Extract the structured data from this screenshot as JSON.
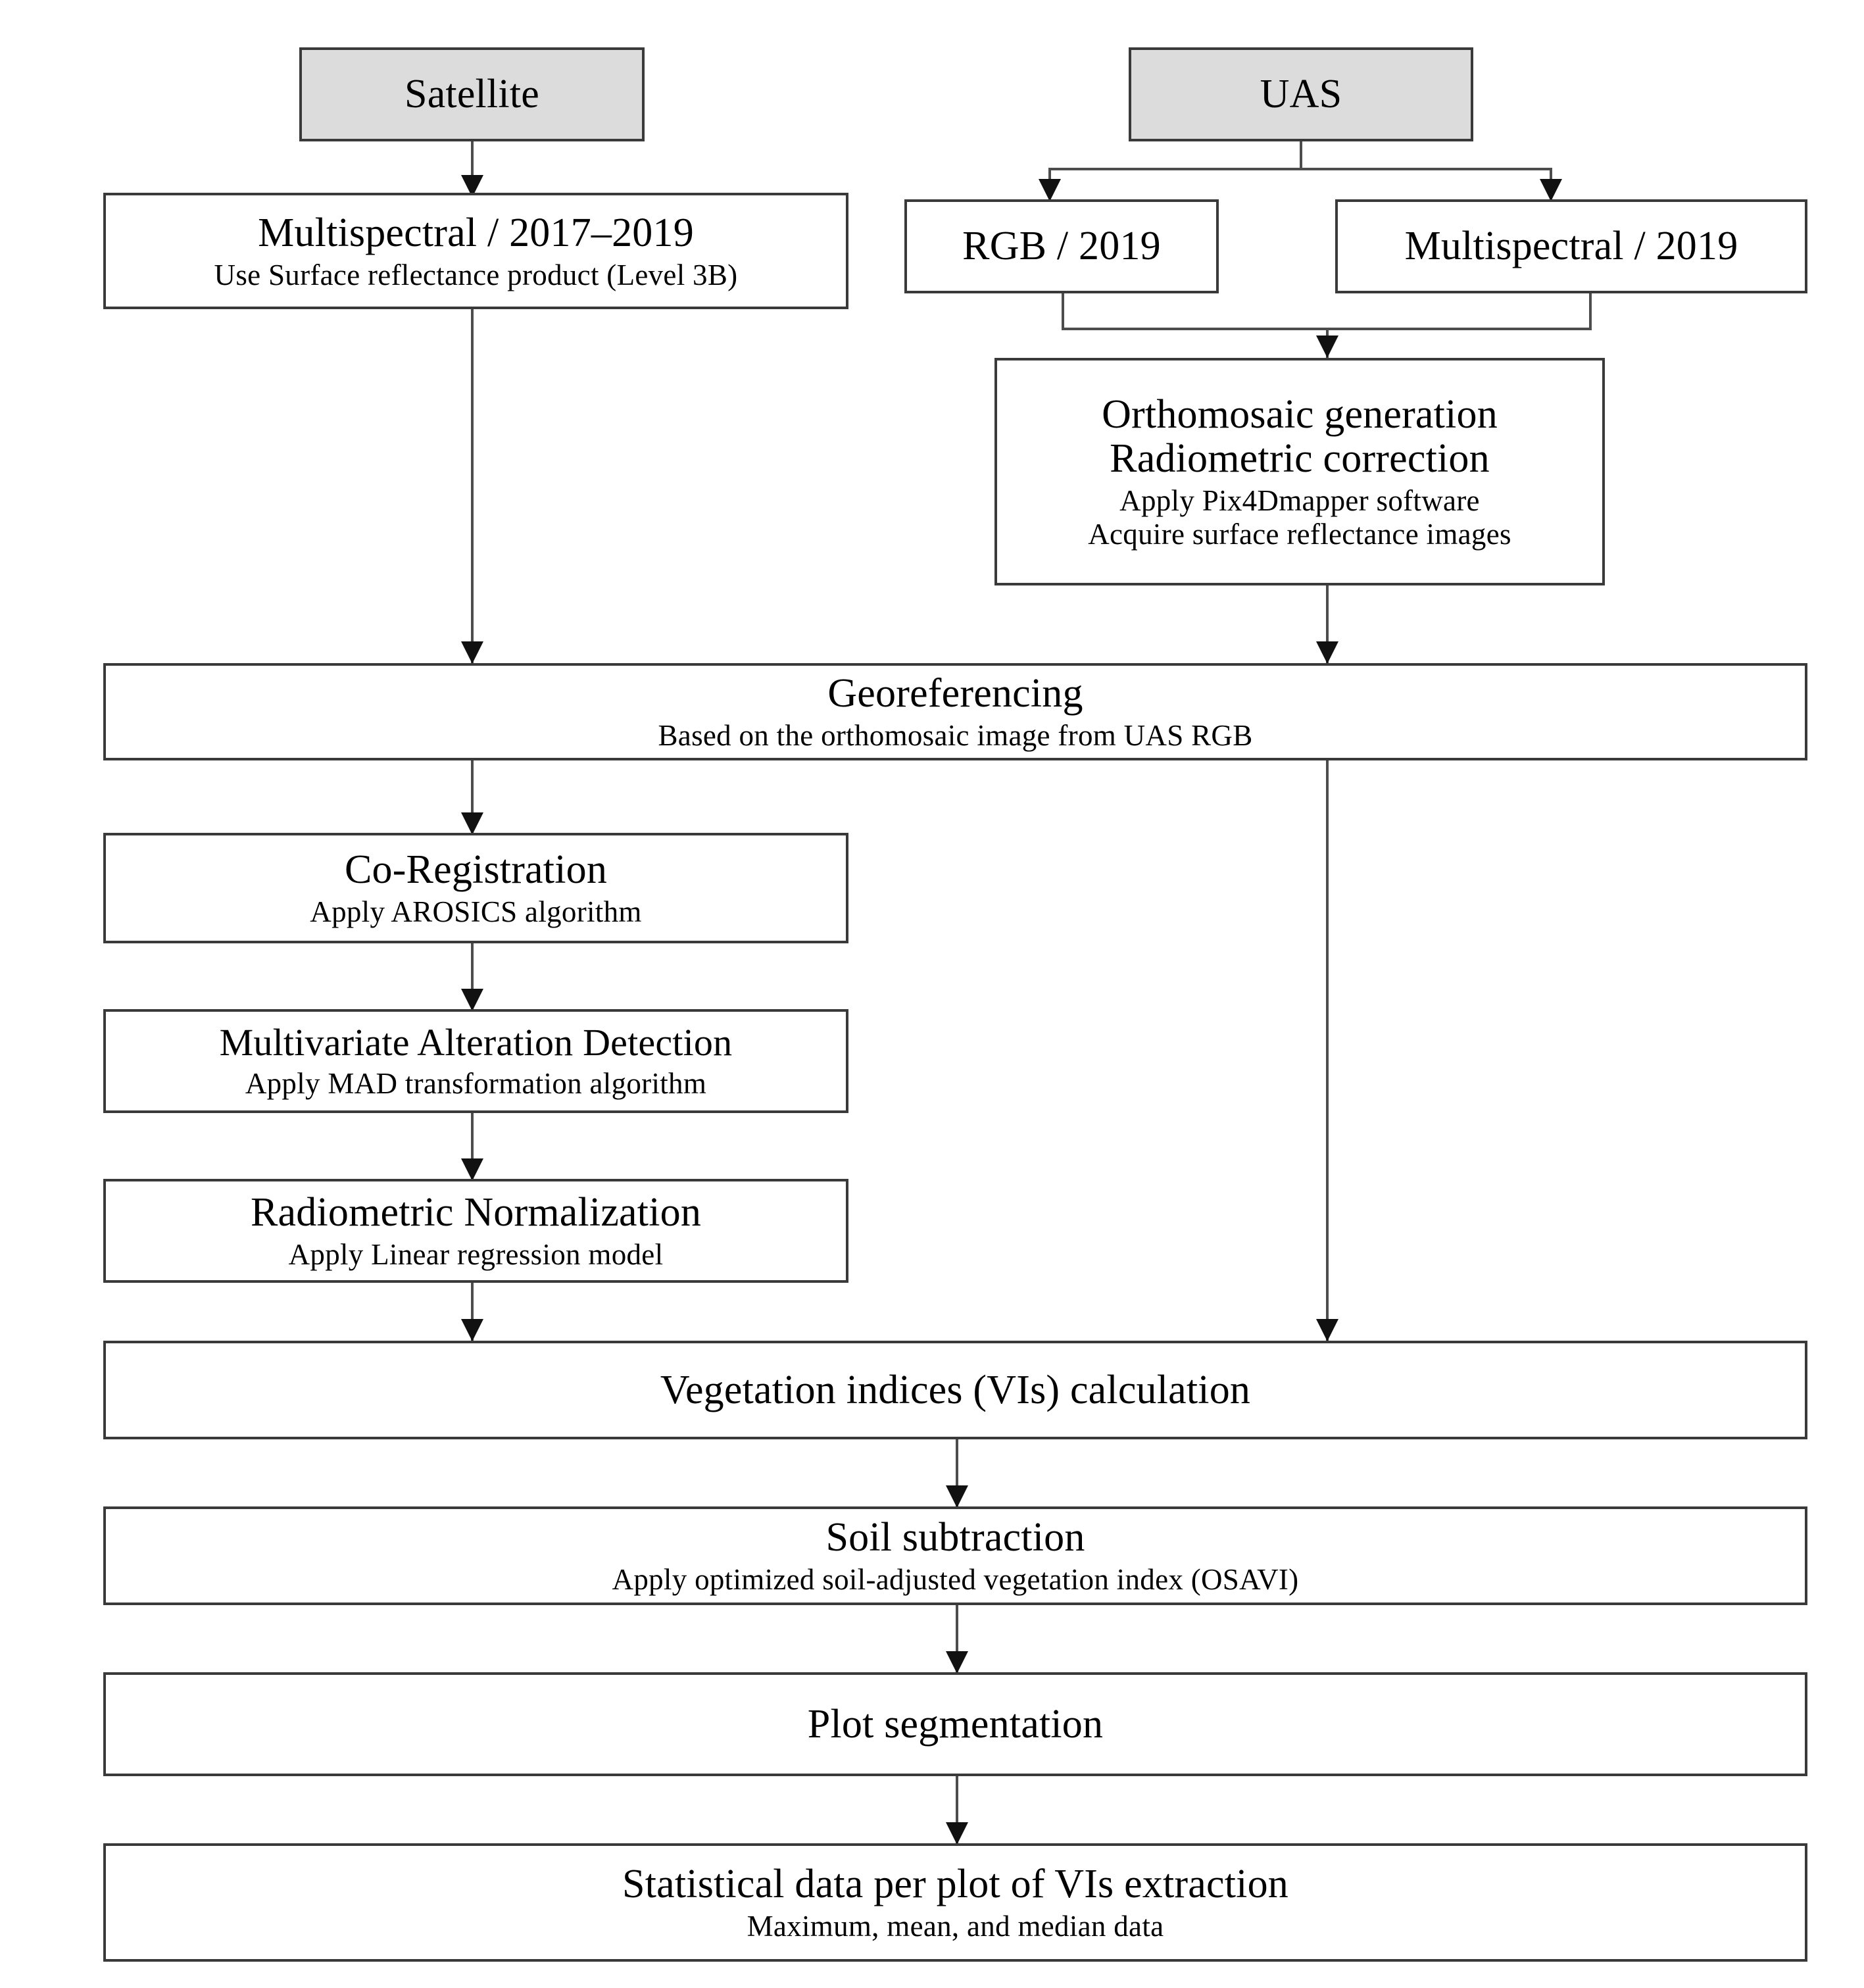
{
  "diagram": {
    "type": "flowchart",
    "title_shown": false,
    "orientation": "top-to-bottom",
    "colors": {
      "box_fill": "#ffffff",
      "source_box_fill": "#dcdcdc",
      "border": "#3a3a3a",
      "connector": "#4d4d4d",
      "arrowhead": "#111111",
      "text": "#000000",
      "background": "#ffffff"
    }
  },
  "nodes": {
    "satellite": {
      "title": "Satellite"
    },
    "uas": {
      "title": "UAS"
    },
    "satellite_multispectral": {
      "title": "Multispectral / 2017–2019",
      "subtitle": "Use Surface reflectance product (Level 3B)"
    },
    "uas_rgb": {
      "title": "RGB / 2019"
    },
    "uas_multispectral": {
      "title": "Multispectral / 2019"
    },
    "orthomosaic": {
      "title_line1": "Orthomosaic generation",
      "title_line2": "Radiometric correction",
      "subtitle_line1": "Apply Pix4Dmapper software",
      "subtitle_line2": "Acquire surface reflectance images"
    },
    "georeferencing": {
      "title": "Georeferencing",
      "subtitle": "Based on the orthomosaic image from UAS RGB"
    },
    "coregistration": {
      "title": "Co-Registration",
      "subtitle": "Apply AROSICS algorithm"
    },
    "mad": {
      "title": "Multivariate Alteration Detection",
      "subtitle": "Apply MAD transformation algorithm"
    },
    "radiometric_normalization": {
      "title": "Radiometric Normalization",
      "subtitle": "Apply Linear regression model"
    },
    "vi_calculation": {
      "title": "Vegetation indices (VIs) calculation"
    },
    "soil_subtraction": {
      "title": "Soil subtraction",
      "subtitle": "Apply optimized soil-adjusted vegetation index (OSAVI)"
    },
    "plot_segmentation": {
      "title": "Plot segmentation"
    },
    "statistical_extraction": {
      "title": "Statistical data per plot of VIs extraction",
      "subtitle": "Maximum, mean, and median data"
    }
  },
  "edges": [
    {
      "from": "satellite",
      "to": "satellite_multispectral"
    },
    {
      "from": "uas",
      "to": "uas_rgb"
    },
    {
      "from": "uas",
      "to": "uas_multispectral"
    },
    {
      "from": "uas_rgb",
      "to": "orthomosaic"
    },
    {
      "from": "uas_multispectral",
      "to": "orthomosaic"
    },
    {
      "from": "satellite_multispectral",
      "to": "georeferencing"
    },
    {
      "from": "orthomosaic",
      "to": "georeferencing"
    },
    {
      "from": "georeferencing",
      "to": "coregistration"
    },
    {
      "from": "coregistration",
      "to": "mad"
    },
    {
      "from": "mad",
      "to": "radiometric_normalization"
    },
    {
      "from": "radiometric_normalization",
      "to": "vi_calculation"
    },
    {
      "from": "orthomosaic",
      "to": "vi_calculation"
    },
    {
      "from": "vi_calculation",
      "to": "soil_subtraction"
    },
    {
      "from": "soil_subtraction",
      "to": "plot_segmentation"
    },
    {
      "from": "plot_segmentation",
      "to": "statistical_extraction"
    }
  ]
}
